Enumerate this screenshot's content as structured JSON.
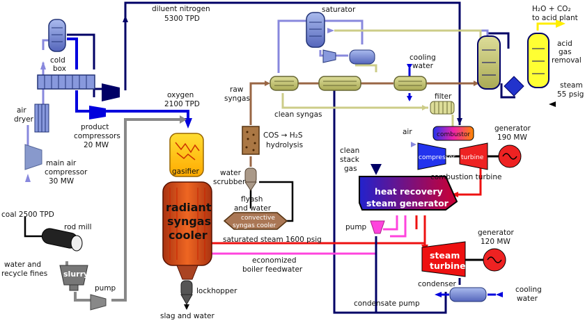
{
  "labels": {
    "diluent_nitrogen": "diluent nitrogen",
    "nitrogen_rate": "5300 TPD",
    "saturator": "saturator",
    "h2o_co2": "H₂O + CO₂",
    "to_acid_plant": "to acid plant",
    "cold_box_1": "cold",
    "cold_box_2": "box",
    "cooling_water_1": "cooling",
    "cooling_water_2": "water",
    "acid_gas_removal_1": "acid",
    "acid_gas_removal_2": "gas",
    "acid_gas_removal_3": "removal",
    "raw_syngas_1": "raw",
    "raw_syngas_2": "syngas",
    "steam_55_1": "steam",
    "steam_55_2": "55 psig",
    "oxygen": "oxygen",
    "oxygen_rate": "2100 TPD",
    "clean_syngas": "clean syngas",
    "filter": "filter",
    "air_dryer_1": "air",
    "air_dryer_2": "dryer",
    "product_compressors_1": "product",
    "product_compressors_2": "compressors",
    "product_compressors_3": "20 MW",
    "cos_hydrolysis_1": "COS → H₂S",
    "cos_hydrolysis_2": "hydrolysis",
    "air": "air",
    "combustor": "combustor",
    "compressor": "compressor",
    "turbine": "turbine",
    "generator_190_1": "generator",
    "generator_190_2": "190 MW",
    "combustion_turbine": "combustion turbine",
    "main_air_compressor_1": "main air",
    "main_air_compressor_2": "compressor",
    "main_air_compressor_3": "30 MW",
    "gasifier": "gasifier",
    "clean_stack_gas_1": "clean",
    "clean_stack_gas_2": "stack",
    "clean_stack_gas_3": "gas",
    "water_scrubber_1": "water",
    "water_scrubber_2": "scrubber",
    "hrsg_1": "heat recovery",
    "hrsg_2": "steam generator",
    "flyash_1": "flyash",
    "flyash_2": "and water",
    "radiant_1": "radiant",
    "radiant_2": "syngas",
    "radiant_3": "cooler",
    "convective_1": "convective",
    "convective_2": "syngas cooler",
    "coal": "coal 2500 TPD",
    "rod_mill": "rod mill",
    "pump_hrsg": "pump",
    "saturated_steam": "saturated steam 1600 psig",
    "generator_120_1": "generator",
    "generator_120_2": "120 MW",
    "water_recycle_1": "water and",
    "water_recycle_2": "recycle fines",
    "steam_turbine_1": "steam",
    "steam_turbine_2": "turbine",
    "economized_1": "economized",
    "economized_2": "boiler feedwater",
    "slurry": "slurry",
    "pump_slurry": "pump",
    "lockhopper": "lockhopper",
    "condenser": "condenser",
    "cooling_water_b1": "cooling",
    "cooling_water_b2": "water",
    "condensate_pump": "condensate pump",
    "slag_and_water": "slag and water"
  },
  "colors": {
    "nitrogen": "#000066",
    "oxygen": "#0000dd",
    "air": "#8888dd",
    "syngas": "#996644",
    "clean_syngas": "#cccc88",
    "steam": "#ee1111",
    "feedwater": "#ff44dd",
    "slurry": "#888888",
    "acid_gas": "#ffee00"
  }
}
